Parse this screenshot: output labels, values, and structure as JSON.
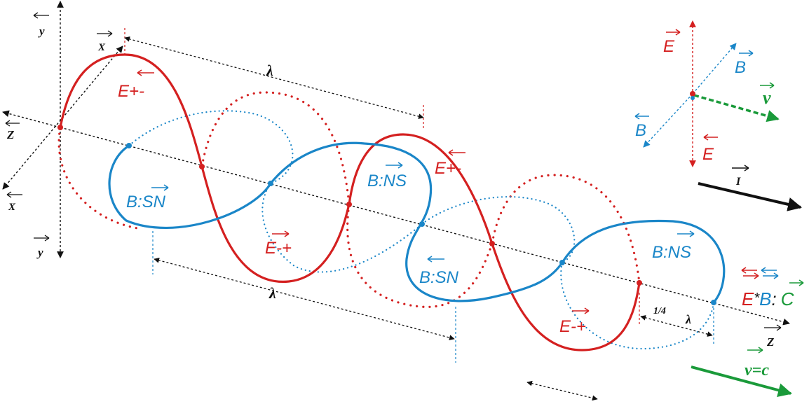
{
  "labels": {
    "axis_y_top": "y",
    "axis_y_bottom": "y",
    "axis_x_top": "X",
    "axis_x_bottom": "X",
    "axis_z_left": "Z",
    "axis_z_right": "Z",
    "wavelength_top": "λ",
    "wavelength_bottom": "λ",
    "quarter_fraction": "1/4",
    "quarter_lambda": "λ",
    "e_plus_minus_1": "E+-",
    "e_minus_plus_1": "E-+",
    "e_plus_minus_2": "E+-",
    "e_minus_plus_2": "E-+",
    "b_sn_1": "B:SN",
    "b_ns_1": "B:NS",
    "b_sn_2": "B:SN",
    "b_ns_2": "B:NS",
    "inset_e_top": "E",
    "inset_e_bottom": "E",
    "inset_b_top": "B",
    "inset_b_bottom": "B",
    "inset_v": "v",
    "inset_i": "I",
    "formula_e": "E",
    "formula_star": "*",
    "formula_b": "B",
    "formula_colon": ":",
    "formula_c": "C",
    "v_equals_c": "v=c"
  },
  "colors": {
    "electric": "#d42020",
    "magnetic": "#1a86c8",
    "velocity": "#1a9a3a",
    "axis": "#111111"
  }
}
